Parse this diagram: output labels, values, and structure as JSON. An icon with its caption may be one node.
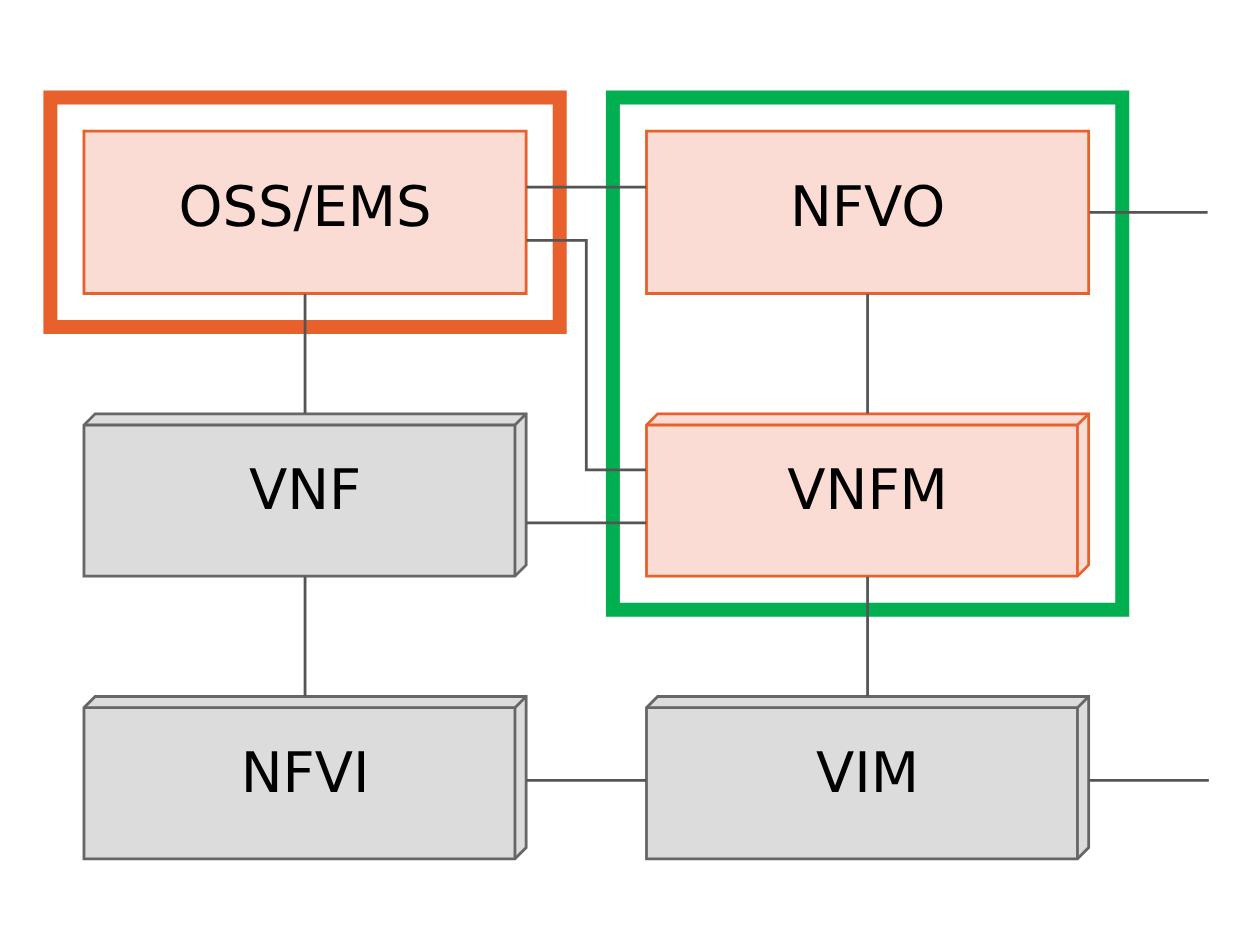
{
  "diagram": {
    "nodes": [
      {
        "text": [],
        "shape": "box"
      },
      {
        "text": [
          "OSS/EMS"
        ],
        "in": 0
      },
      {
        "text": [],
        "shape": "box"
      },
      {
        "text": [
          "NFVO"
        ],
        "in": 2
      },
      {
        "text": [
          "VNF"
        ]
      },
      {
        "text": [
          "VNFM"
        ],
        "in": 2
      },
      {
        "text": [
          "NFVI"
        ]
      },
      {
        "text": [
          "VIM"
        ]
      }
    ],
    "edges": [
      {
        "from": 1,
        "to": 3,
        "arrow": "none"
      },
      {
        "from": 1,
        "to": 5,
        "arrow": "none"
      },
      {
        "from": 1,
        "to": 4,
        "arrow": "none"
      },
      {
        "from": 3,
        "to": 5,
        "arrow": "none"
      },
      {
        "from": 3,
        "to": null,
        "arrow": "none"
      },
      {
        "from": 4,
        "to": 5,
        "arrow": "none"
      },
      {
        "from": 4,
        "to": 6,
        "arrow": "none"
      },
      {
        "from": 5,
        "to": 7,
        "arrow": "none"
      },
      {
        "from": 6,
        "to": 7,
        "arrow": "none"
      },
      {
        "from": 7,
        "to": null,
        "arrow": "none"
      }
    ]
  }
}
